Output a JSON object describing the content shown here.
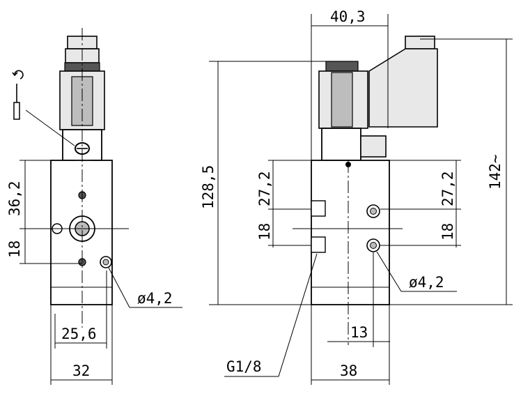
{
  "labels": {
    "front_height_upper": "36,2",
    "front_height_lower": "18",
    "front_hole_diameter": "ø4,2",
    "front_width_inner": "25,6",
    "front_width_outer": "32",
    "side_overall_height": "128,5",
    "side_upper_left": "27,2",
    "side_lower_left": "18",
    "side_coil_width": "40,3",
    "side_total_height": "142~",
    "side_upper_right": "27,2",
    "side_lower_right": "18",
    "side_hole_diameter": "ø4,2",
    "side_port_offset": "13",
    "side_port_thread": "G1/8",
    "side_width": "38"
  },
  "icons": [
    "screwdriver-icon",
    "rotation-arrow-icon"
  ]
}
